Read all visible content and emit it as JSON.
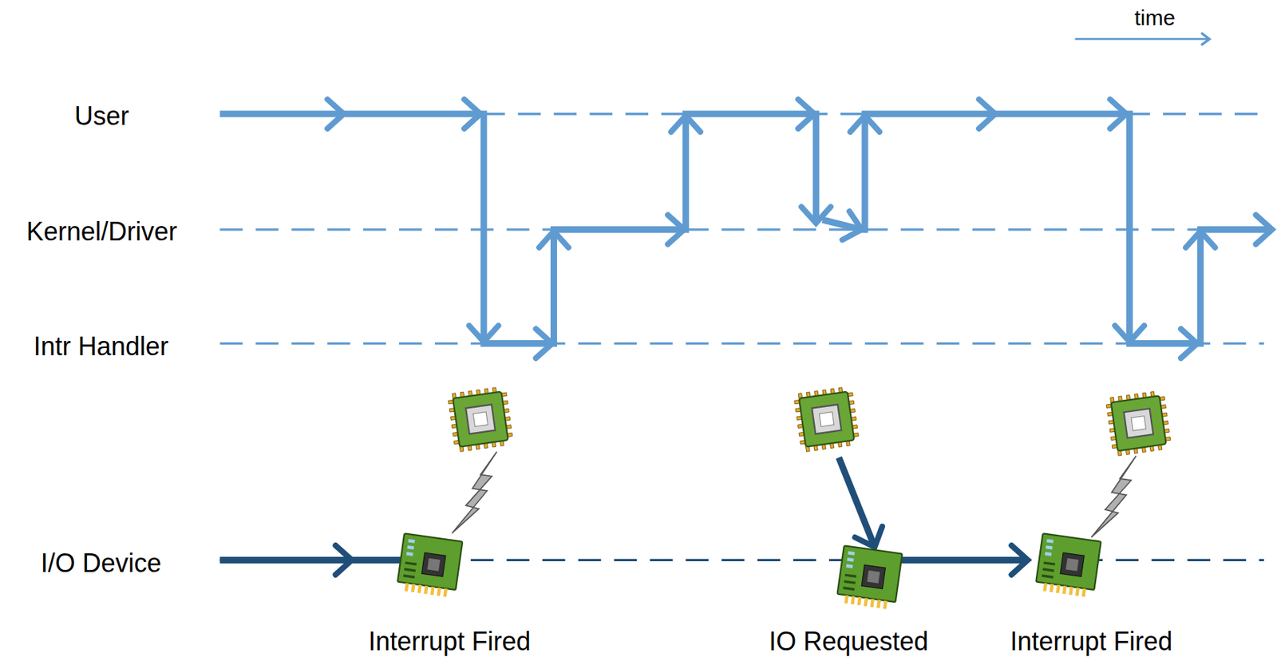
{
  "diagram": {
    "labels": [
      "time",
      "User",
      "Kernel/Driver",
      "Intr Handler",
      "I/O Device",
      "Interrupt Fired",
      "IO Requested",
      "Interrupt Fired"
    ]
  }
}
